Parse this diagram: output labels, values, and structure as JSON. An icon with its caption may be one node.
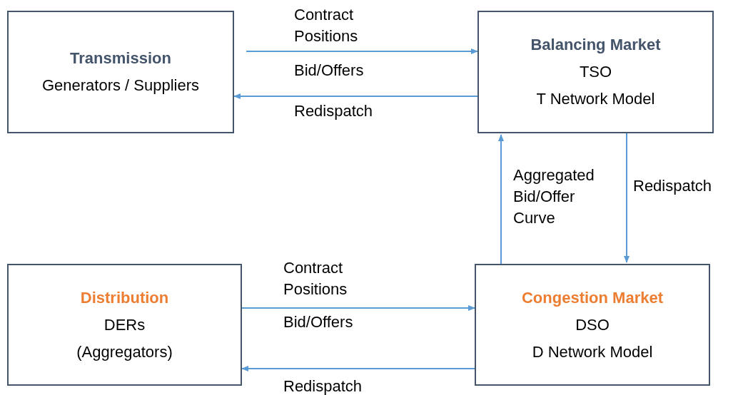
{
  "diagram": {
    "nodes": [
      {
        "text": [
          "Transmission",
          "Generators / Suppliers"
        ]
      },
      {
        "text": [
          "Balancing Market",
          "TSO",
          "T Network Model"
        ]
      },
      {
        "text": [
          "Distribution",
          "DERs",
          "(Aggregators)"
        ]
      },
      {
        "text": [
          "Congestion Market",
          "DSO",
          "D Network Model"
        ]
      }
    ],
    "edges": [
      {
        "from": 0,
        "to": 1,
        "arrow": "to",
        "label": "Contract Positions"
      },
      {
        "from": 1,
        "to": 0,
        "arrow": "to",
        "label": "Redispatch"
      },
      {
        "from": 3,
        "to": 1,
        "arrow": "to",
        "label": "Aggregated Bid/Offer Curve"
      },
      {
        "from": 1,
        "to": 3,
        "arrow": "to",
        "label": "Redispatch"
      },
      {
        "from": 2,
        "to": 3,
        "arrow": "to",
        "label": "Contract Positions"
      },
      {
        "from": 3,
        "to": 2,
        "arrow": "to",
        "label": "Redispatch"
      }
    ],
    "labels": [
      "Bid/Offers",
      "Bid/Offers"
    ]
  }
}
